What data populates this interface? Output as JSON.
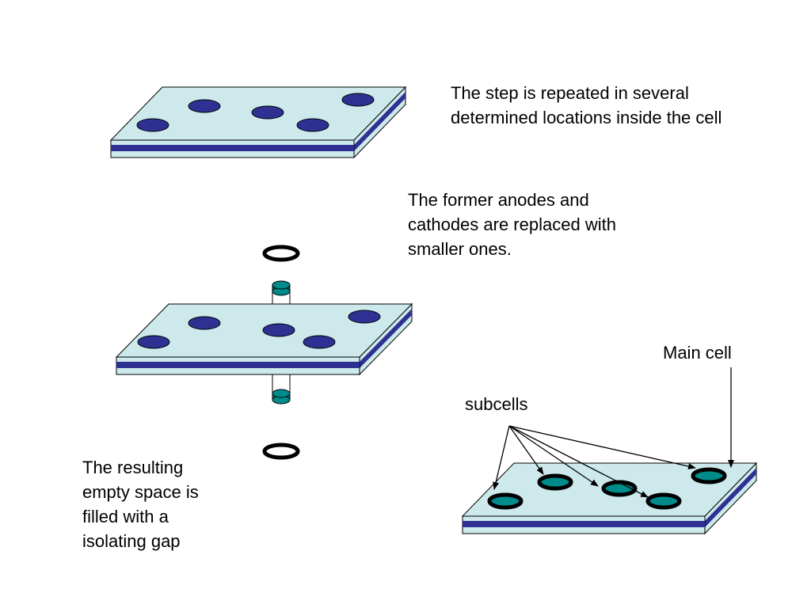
{
  "captions": {
    "top": [
      "The step is repeated in several",
      "determined locations inside the cell"
    ],
    "middle": [
      "The former anodes and",
      "cathodes are replaced with",
      "smaller ones."
    ],
    "bottom": [
      "The resulting",
      "empty space is",
      "filled with a",
      "isolating gap"
    ]
  },
  "labels": {
    "main_cell": "Main cell",
    "subcells": "subcells"
  },
  "colors": {
    "plate_fill": "#cde9ec",
    "plate_stripe": "#2e3192",
    "electrode": "#2e3192",
    "subcell_fill": "#008b8b",
    "outline": "#000000",
    "background": "#ffffff"
  }
}
